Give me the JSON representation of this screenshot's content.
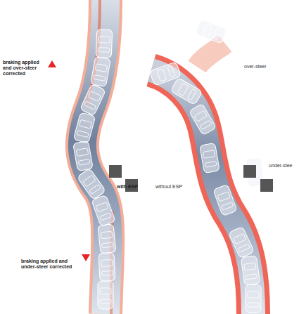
{
  "diagram": {
    "labels": [
      "braking applied and over-steer corrected",
      "with ESP",
      "without ESP",
      "over-steer",
      "under-stee",
      "braking applied and under-steer corrected"
    ]
  }
}
